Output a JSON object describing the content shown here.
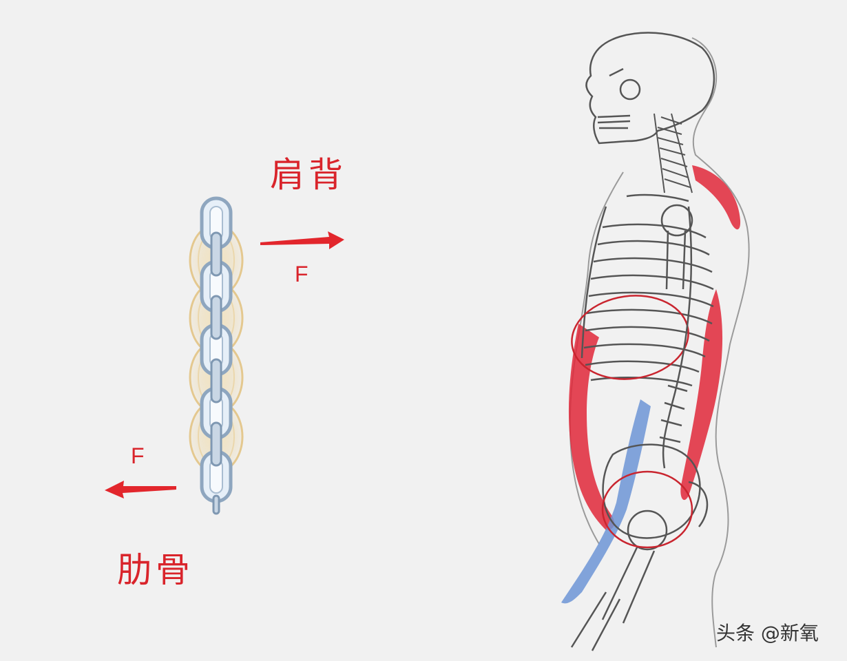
{
  "labels": {
    "shoulder_back": "肩背",
    "ribs": "肋骨",
    "force_right": "F",
    "force_left": "F"
  },
  "watermark": "头条 @新氧",
  "colors": {
    "background": "#f1f1f1",
    "label": "#d9242b",
    "arrow": "#e2262c",
    "muscle_red": "#e0283a",
    "muscle_blue": "#6d95d6",
    "chain_link": "#8ea6bf",
    "chain_fill": "#e4eef7",
    "chain_gold": "#e6c98a",
    "bone_line": "#555555",
    "watermark": "#333333"
  },
  "icons": {
    "chain": "chain-links-icon",
    "arrow_right": "arrow-right-icon",
    "arrow_left": "arrow-left-icon",
    "skeleton": "skeleton-side-view-icon"
  }
}
